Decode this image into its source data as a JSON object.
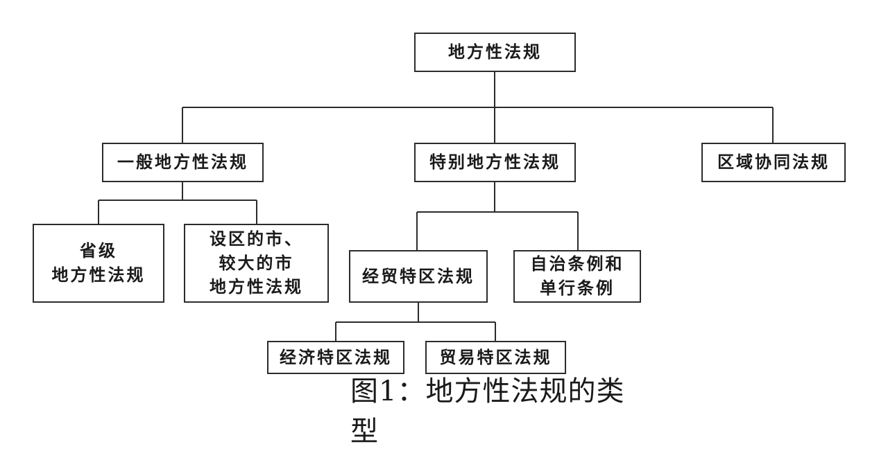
{
  "diagram": {
    "nodes": {
      "root": "地方性法规",
      "general": "一般地方性法规",
      "special": "特别地方性法规",
      "regional": "区域协同法规",
      "provincial": "省级\n地方性法规",
      "city": "设区的市、\n较大的市\n地方性法规",
      "econ_trade_zone": "经贸特区法规",
      "autonomous": "自治条例和\n单行条例",
      "econ_zone": "经济特区法规",
      "trade_zone": "贸易特区法规"
    },
    "edges": [
      [
        "root",
        "general"
      ],
      [
        "root",
        "special"
      ],
      [
        "root",
        "regional"
      ],
      [
        "general",
        "provincial"
      ],
      [
        "general",
        "city"
      ],
      [
        "special",
        "econ_trade_zone"
      ],
      [
        "special",
        "autonomous"
      ],
      [
        "econ_trade_zone",
        "econ_zone"
      ],
      [
        "econ_trade_zone",
        "trade_zone"
      ]
    ]
  },
  "caption": "图1：地方性法规的类型",
  "colors": {
    "line": "#2b2b2b",
    "text": "#1a1a1a",
    "background": "#ffffff"
  }
}
